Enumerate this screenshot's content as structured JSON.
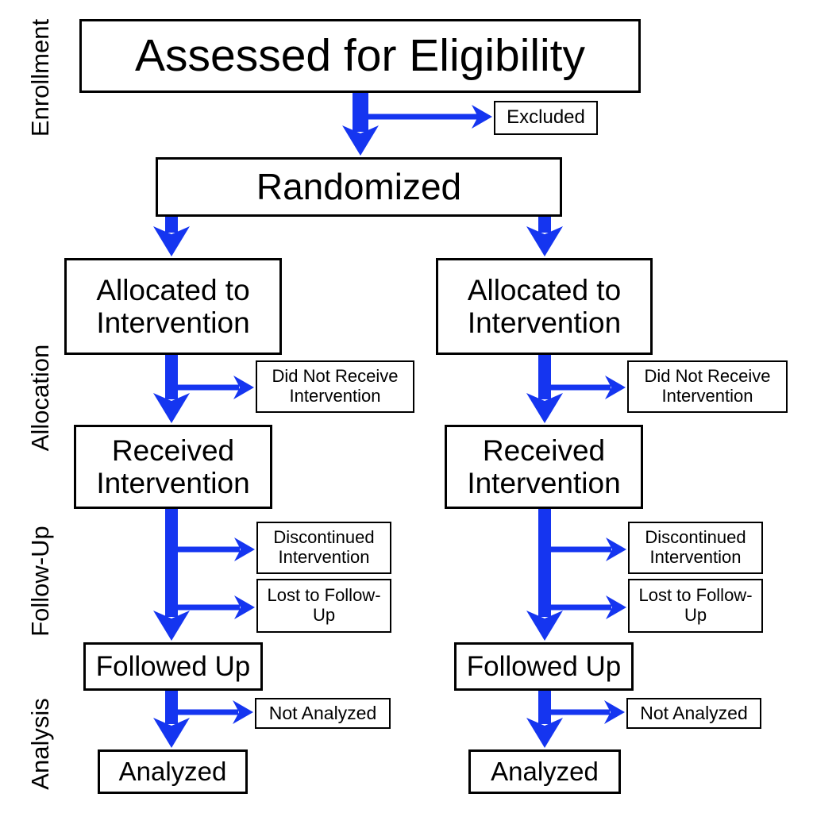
{
  "stages": [
    "Enrollment",
    "Allocation",
    "Follow-Up",
    "Analysis"
  ],
  "flow": {
    "assessed": "Assessed for Eligibility",
    "excluded": "Excluded",
    "randomized": "Randomized",
    "arms": [
      {
        "side": "left",
        "allocated": "Allocated to Intervention",
        "did_not_receive": "Did Not Receive Intervention",
        "received": "Received Intervention",
        "discontinued": "Discontinued Intervention",
        "lost": "Lost to Follow-Up",
        "followed": "Followed Up",
        "not_analyzed": "Not Analyzed",
        "analyzed": "Analyzed"
      },
      {
        "side": "right",
        "allocated": "Allocated to Intervention",
        "did_not_receive": "Did Not Receive Intervention",
        "received": "Received Intervention",
        "discontinued": "Discontinued Intervention",
        "lost": "Lost to Follow-Up",
        "followed": "Followed Up",
        "not_analyzed": "Not Analyzed",
        "analyzed": "Analyzed"
      }
    ]
  },
  "colors": {
    "arrow_blue": "#1535f0",
    "box_border": "#000000",
    "box_fill": "#ffffff",
    "text": "#000000",
    "background": "#ffffff"
  }
}
